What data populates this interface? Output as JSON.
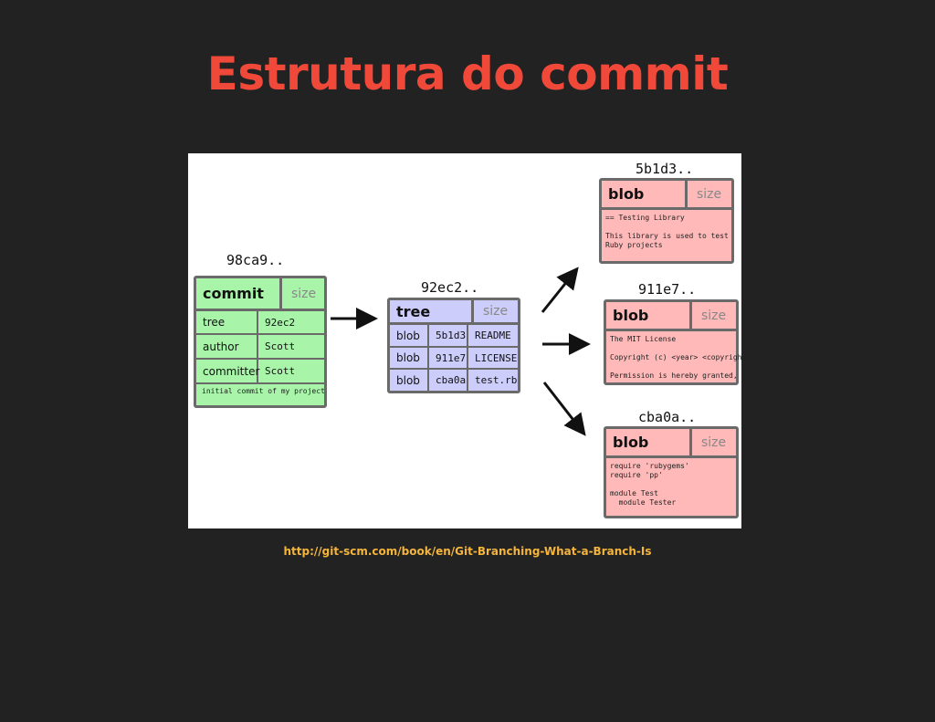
{
  "slide": {
    "title": "Estrutura do commit",
    "caption": "http://git-scm.com/book/en/Git-Branching-What-a-Branch-Is"
  },
  "commit": {
    "hash": "98ca9..",
    "type": "commit",
    "size": "size",
    "rows": [
      {
        "key": "tree",
        "value": "92ec2"
      },
      {
        "key": "author",
        "value": "Scott"
      },
      {
        "key": "committer",
        "value": "Scott"
      }
    ],
    "message": "initial commit of my project",
    "color": "#a8f5aa"
  },
  "tree": {
    "hash": "92ec2..",
    "type": "tree",
    "size": "size",
    "rows": [
      {
        "type": "blob",
        "hash": "5b1d3",
        "name": "README"
      },
      {
        "type": "blob",
        "hash": "911e7",
        "name": "LICENSE"
      },
      {
        "type": "blob",
        "hash": "cba0a",
        "name": "test.rb"
      }
    ],
    "color": "#cccdfa"
  },
  "blobs": [
    {
      "hash": "5b1d3..",
      "type": "blob",
      "size": "size",
      "content": "== Testing Library\n\nThis library is used to test\nRuby projects"
    },
    {
      "hash": "911e7..",
      "type": "blob",
      "size": "size",
      "content": "The MIT License\n\nCopyright (c) <year> <copyright\n\nPermission is hereby granted,"
    },
    {
      "hash": "cba0a..",
      "type": "blob",
      "size": "size",
      "content": "require 'rubygems'\nrequire 'pp'\n\nmodule Test\n  module Tester"
    }
  ],
  "colors": {
    "background": "#222222",
    "title": "#f0493a",
    "caption": "#f5b53c",
    "blob": "#ffb9b9"
  }
}
